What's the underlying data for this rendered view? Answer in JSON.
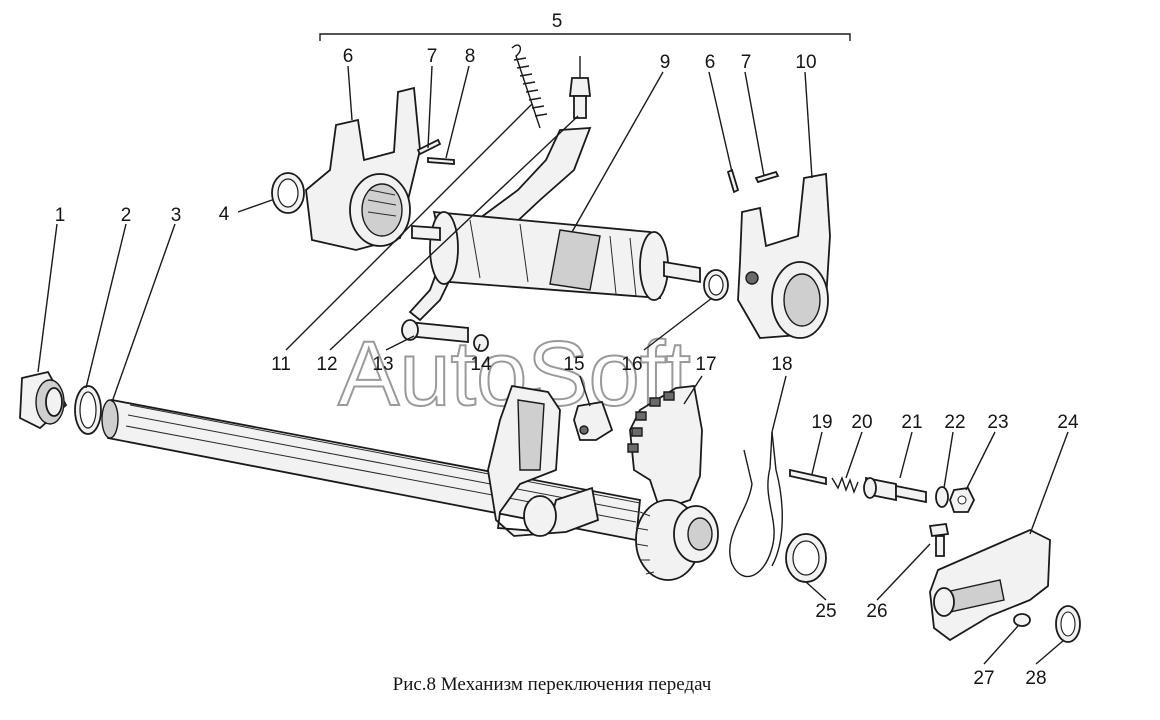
{
  "figure": {
    "caption": "Рис.8 Механизм переключения передач",
    "watermark": "AutoSoft",
    "group_label": "5",
    "callouts": [
      "1",
      "2",
      "3",
      "4",
      "6",
      "7",
      "8",
      "9",
      "6",
      "7",
      "10",
      "11",
      "12",
      "13",
      "14",
      "15",
      "16",
      "17",
      "18",
      "19",
      "20",
      "21",
      "22",
      "23",
      "24",
      "25",
      "26",
      "27",
      "28"
    ]
  }
}
